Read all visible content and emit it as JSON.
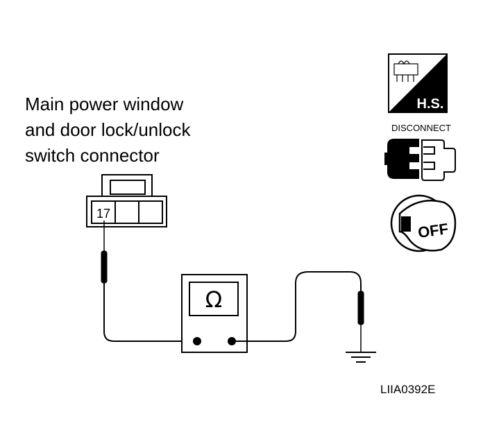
{
  "title_lines": [
    "Main power window",
    "and door lock/unlock",
    "switch connector"
  ],
  "connector": {
    "terminal": "17"
  },
  "meter": {
    "symbol": "Ω"
  },
  "icons": {
    "hs_label": "H.S.",
    "disconnect_label": "DISCONNECT",
    "ignition_label": "OFF"
  },
  "figure_code": "LIIA0392E"
}
